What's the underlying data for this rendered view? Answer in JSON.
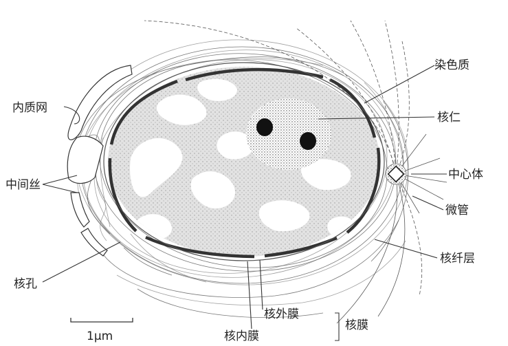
{
  "labels": {
    "chromatin": "染色质",
    "nucleolus": "核仁",
    "er": "内质网",
    "centrosome": "中心体",
    "intermediate_filament": "中间丝",
    "microtubule": "微管",
    "nuclear_lamina": "核纤层",
    "nuclear_pore": "核孔",
    "outer_membrane": "核外膜",
    "inner_membrane": "核内膜",
    "nuclear_envelope": "核膜"
  },
  "scale_bar": {
    "label": "1μm"
  },
  "colors": {
    "ink": "#222222",
    "membrane": "#333333",
    "nucleoplasm": "#d8d8d8",
    "chromatin": "#ffffff"
  }
}
